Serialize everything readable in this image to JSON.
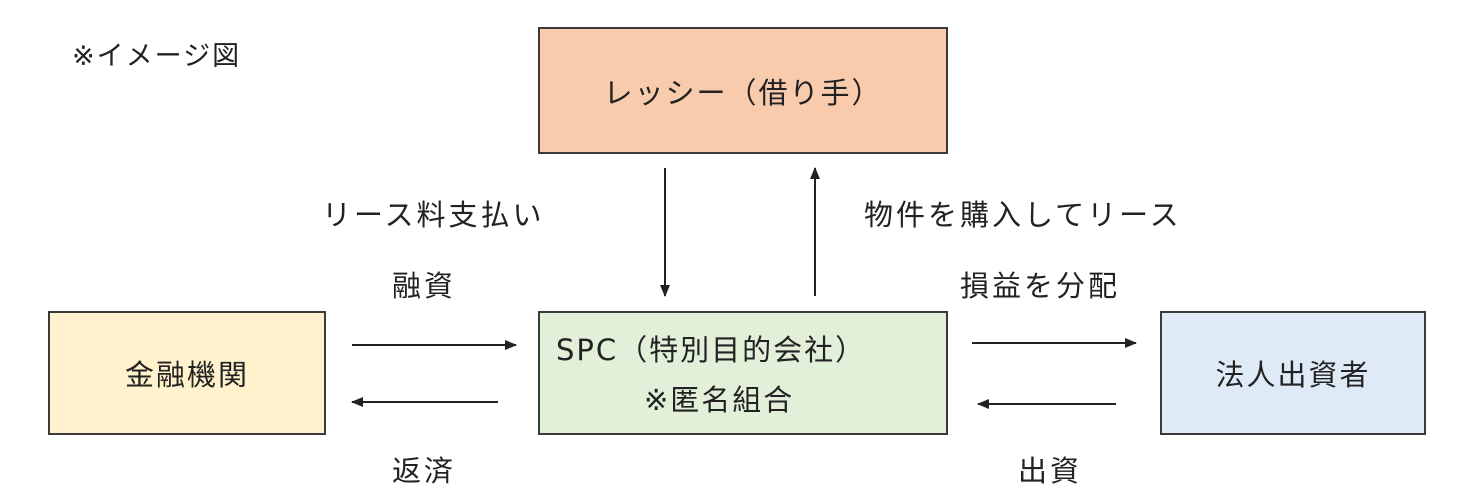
{
  "note": "※イメージ図",
  "nodes": {
    "lessee": {
      "label": "レッシー（借り手）",
      "color": "#f8cbad"
    },
    "bank": {
      "label": "金融機関",
      "color": "#fff2cc"
    },
    "spc": {
      "line1": "SPC（特別目的会社）",
      "line2": "※匿名組合",
      "color": "#e2efd9"
    },
    "investor": {
      "label": "法人出資者",
      "color": "#deebf7"
    }
  },
  "edges": {
    "lease_payment": "リース料支払い",
    "purchase_lease": "物件を購入してリース",
    "loan": "融資",
    "repayment": "返済",
    "profit_distribution": "損益を分配",
    "investment": "出資"
  }
}
